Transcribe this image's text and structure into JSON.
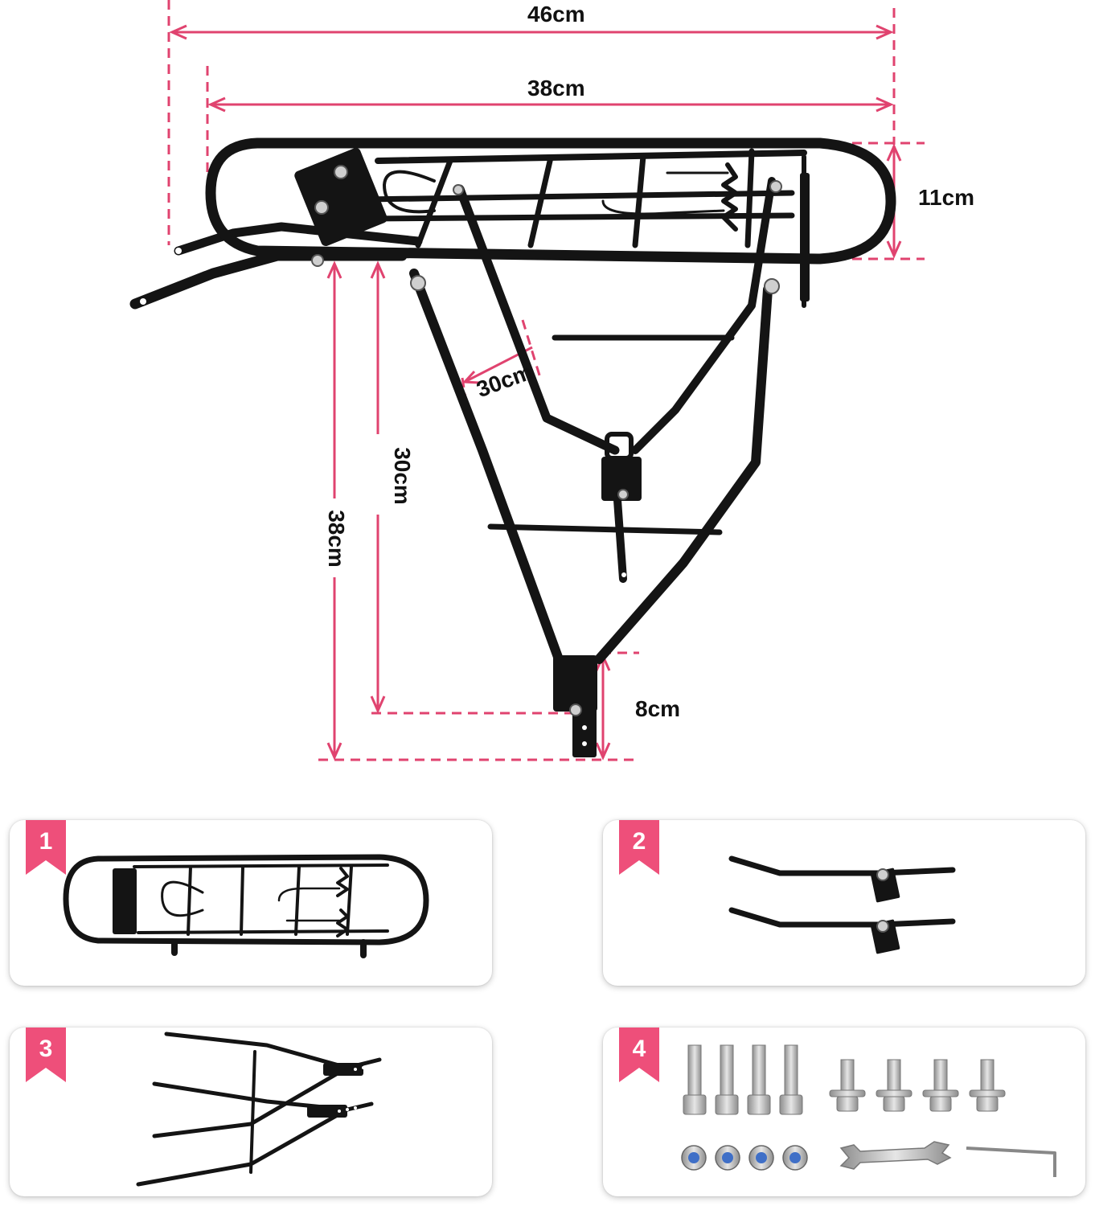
{
  "colors": {
    "dimension_line": "#e0436f",
    "frame": "#141414",
    "badge": "#ee4f7a",
    "hardware": "#b8b8b8"
  },
  "dimensions": {
    "total_length": "46cm",
    "platform_length": "38cm",
    "platform_height": "11cm",
    "strut_spacing": "30cm",
    "inner_height": "30cm",
    "outer_height": "38cm",
    "adjust_range": "8cm"
  },
  "parts": [
    {
      "number": "1",
      "icon": "rack-platform-icon"
    },
    {
      "number": "2",
      "icon": "front-stay-arms-icon"
    },
    {
      "number": "3",
      "icon": "support-struts-icon"
    },
    {
      "number": "4",
      "icon": "bolts-nuts-tools-icon"
    }
  ]
}
